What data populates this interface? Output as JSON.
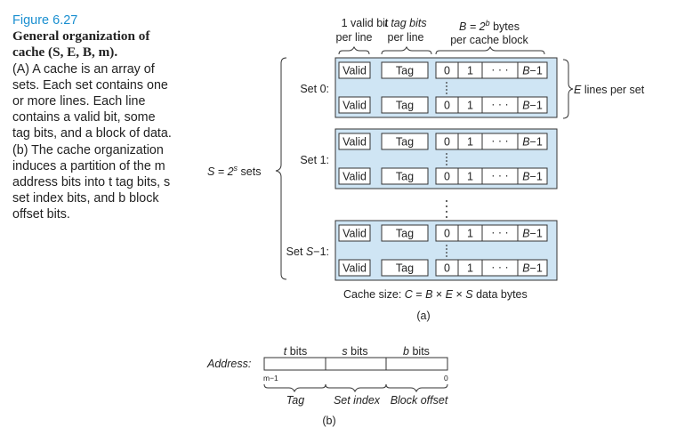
{
  "caption": {
    "figure": "Figure 6.27",
    "title": "General organization of cache (S, E, B, m).",
    "body": "(A) A cache is an array of sets. Each set contains one or more lines. Each line contains a valid bit, some tag bits, and a block of data. (b) The cache organization induces a partition of the m address bits into t tag bits, s set index bits, and b block offset bits."
  },
  "diagram_a": {
    "header_valid": [
      "1 valid bit",
      "per line"
    ],
    "header_tag": [
      "t tag bits",
      "per line"
    ],
    "header_block": [
      "B = 2",
      "b",
      " bytes",
      "per cache block"
    ],
    "sets": [
      {
        "label": "Set 0:"
      },
      {
        "label": "Set 1:"
      },
      {
        "label": "Set S−1:"
      }
    ],
    "line_cells": {
      "valid": "Valid",
      "tag": "Tag",
      "b0": "0",
      "b1": "1",
      "dots": "· · ·",
      "blast": "B−1"
    },
    "lines_per_set": "E lines per set",
    "s_sets": [
      "S = 2",
      "s",
      " sets"
    ],
    "cache_size": "Cache size:  C = B × E × S data bytes",
    "part_label": "(a)"
  },
  "diagram_b": {
    "address_label": "Address:",
    "fields": [
      "t bits",
      "s bits",
      "b bits"
    ],
    "msb": "m−1",
    "lsb": "0",
    "field_names": [
      "Tag",
      "Set index",
      "Block offset"
    ],
    "part_label": "(b)"
  }
}
